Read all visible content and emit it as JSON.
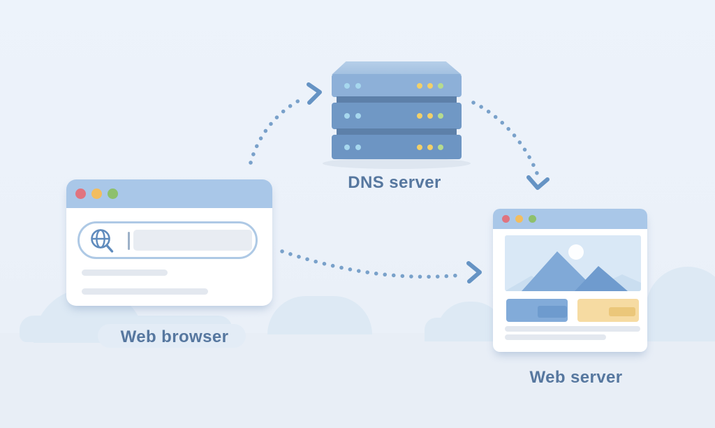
{
  "scene": {
    "background_color": "#ebf1f9",
    "cloud_color": "#dde9f4",
    "label_text_color": "#56779f",
    "arrow_color": "#79a1ca"
  },
  "browser": {
    "label": "Web browser",
    "titlebar_color": "#a9c7e8",
    "window_controls": [
      "red",
      "yellow",
      "green"
    ],
    "address_bar": {
      "icon": "globe-search-icon",
      "value": "",
      "field_color": "#e8ecf2"
    },
    "placeholder_lines": 2
  },
  "dns_server": {
    "label": "DNS server",
    "rack_units": 3,
    "unit_color_top": "#8db0d8",
    "unit_color_lower": "#7098c5",
    "leds_left_color": "#a6d7ee",
    "leds_right_colors": [
      "#f2d068",
      "#f2d068",
      "#b6db8e"
    ]
  },
  "web_server": {
    "label": "Web server",
    "titlebar_color": "#a9c7e8",
    "window_controls": [
      "red",
      "yellow",
      "green"
    ],
    "page_content": {
      "hero": "mountain-image-placeholder",
      "button_colors": [
        "#82abd9",
        "#f6dba2"
      ],
      "placeholder_lines": 2
    }
  },
  "arrows": [
    {
      "from": "web-browser",
      "to": "dns-server",
      "style": "dotted-curve"
    },
    {
      "from": "dns-server",
      "to": "web-server",
      "style": "dotted-curve"
    },
    {
      "from": "web-browser",
      "to": "web-server",
      "style": "dotted-curve"
    }
  ]
}
